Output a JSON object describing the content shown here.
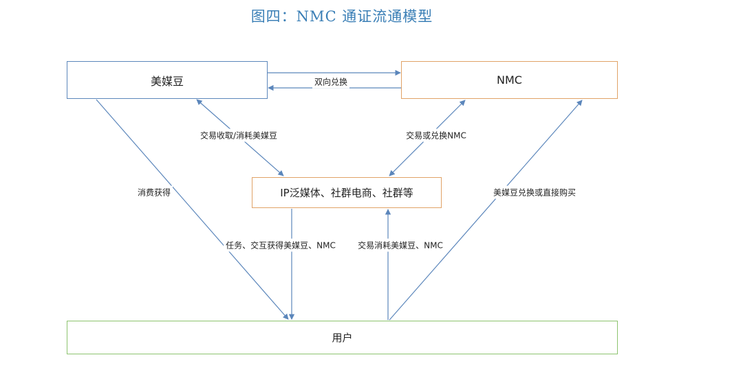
{
  "title": "图四：NMC 通证流通模型",
  "colors": {
    "title": "#3b7fb6",
    "edge": "#5b86bb",
    "node_blue": "#5b86bb",
    "node_orange": "#e0a266",
    "node_green": "#8cc36e"
  },
  "nodes": {
    "meimeidou": "美媒豆",
    "nmc": "NMC",
    "ip": "IP泛媒体、社群电商、社群等",
    "user": "用户"
  },
  "edges": {
    "exchange": "双向兑换",
    "trade_meimeidou": "交易收取/消耗美媒豆",
    "trade_nmc": "交易或兑换NMC",
    "consume_earn": "消费获得",
    "task_earn": "任务、交互获得美媒豆、NMC",
    "trade_consume": "交易消耗美媒豆、NMC",
    "direct_buy": "美媒豆兑换或直接购买"
  }
}
